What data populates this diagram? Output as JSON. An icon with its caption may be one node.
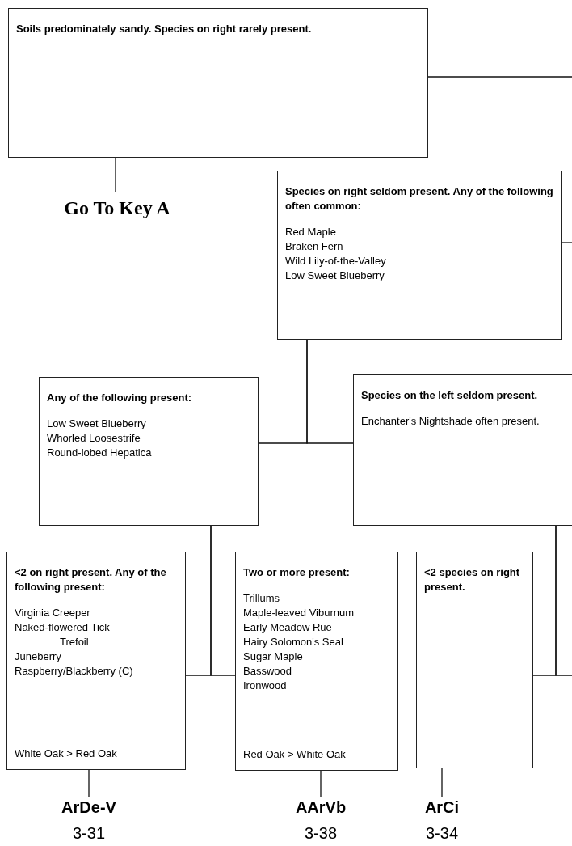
{
  "diagram": {
    "nodes": [
      {
        "text": [
          "Soils predominately sandy. Species on right rarely present."
        ]
      },
      {
        "text": [
          "Go To Key A"
        ]
      },
      {
        "text": [
          "Species on right seldom present.  Any of the following often common:",
          "Red Maple",
          "Braken Fern",
          "Wild Lily-of-the-Valley",
          "Low Sweet Blueberry"
        ]
      },
      {
        "text": [
          "Any of the following present:",
          "Low Sweet Blueberry",
          "Whorled Loosestrife",
          "Round-lobed Hepatica"
        ]
      },
      {
        "text": [
          "Species on the left seldom present.",
          "Enchanter's Nightshade often present."
        ]
      },
      {
        "text": [
          "<2 on right present. Any of the following present:",
          "Virginia Creeper",
          "Naked-flowered Tick Trefoil",
          "Juneberry",
          "Raspberry/Blackberry (C)",
          "White Oak > Red Oak"
        ]
      },
      {
        "text": [
          "Two or more present:",
          "Trillums",
          "Maple-leaved Viburnum",
          "Early Meadow Rue",
          "Hairy Solomon's Seal",
          "Sugar Maple",
          "Basswood",
          "Ironwood",
          "Red Oak > White Oak"
        ]
      },
      {
        "text": [
          "<2 species on right present."
        ]
      },
      {
        "text": [
          "ArDe-V"
        ],
        "beside": [
          "3-31"
        ]
      },
      {
        "text": [
          "AArVb"
        ],
        "beside": [
          "3-38"
        ]
      },
      {
        "text": [
          "ArCi"
        ],
        "beside": [
          "3-34"
        ]
      }
    ],
    "edges": [
      {
        "from": 0,
        "to": 1,
        "arrow": "none"
      },
      {
        "from": 0,
        "to": null,
        "arrow": "none"
      },
      {
        "from": 2,
        "to": null,
        "arrow": "none"
      },
      {
        "from": 2,
        "to": 3,
        "arrow": "none"
      },
      {
        "from": 2,
        "to": 4,
        "arrow": "none"
      },
      {
        "from": 3,
        "to": 5,
        "arrow": "none"
      },
      {
        "from": 3,
        "to": 6,
        "arrow": "none"
      },
      {
        "from": 4,
        "to": 7,
        "arrow": "none"
      },
      {
        "from": 4,
        "to": null,
        "arrow": "none"
      },
      {
        "from": 5,
        "to": 8,
        "arrow": "none"
      },
      {
        "from": 6,
        "to": 9,
        "arrow": "none"
      },
      {
        "from": 7,
        "to": 10,
        "arrow": "none"
      }
    ]
  }
}
